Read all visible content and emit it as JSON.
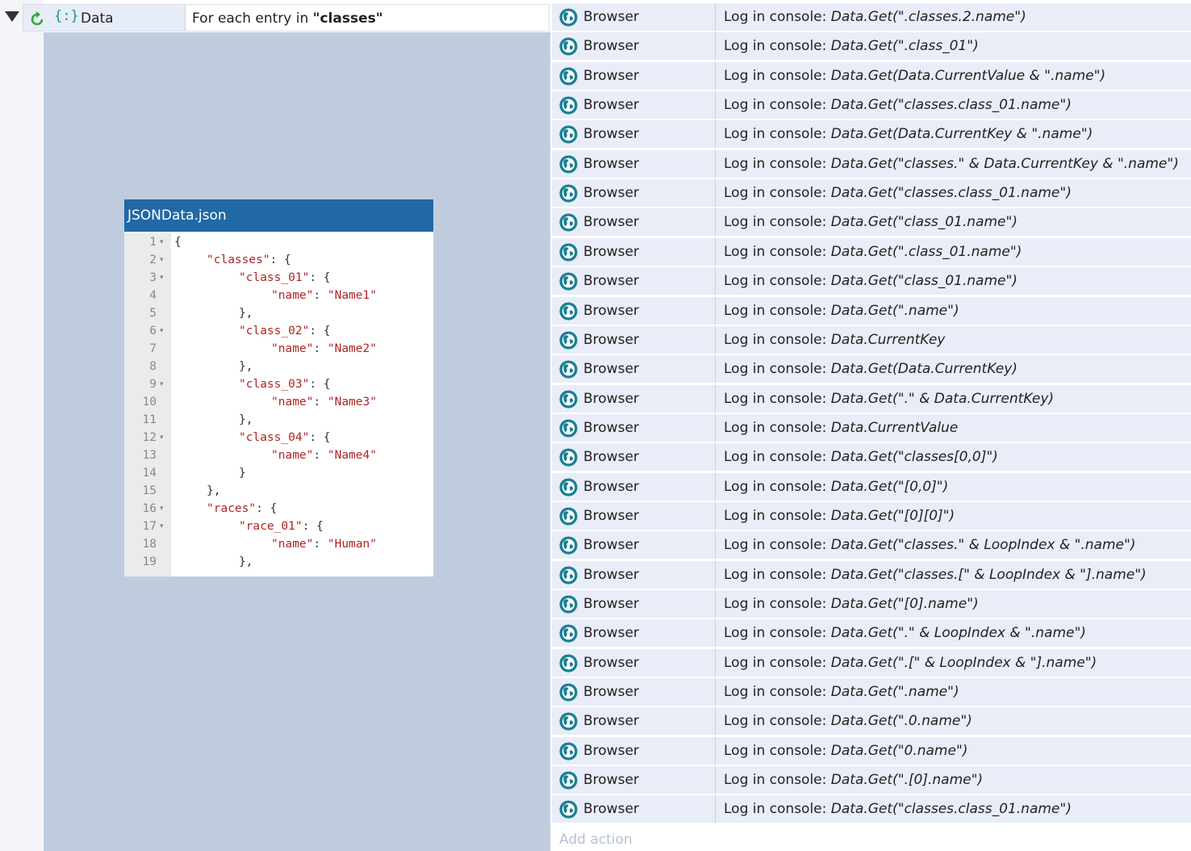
{
  "event": {
    "label": "Data",
    "desc_prefix": "For each entry in ",
    "desc_target": "\"classes\""
  },
  "editor": {
    "title": "JSONData.json",
    "lines": [
      {
        "n": "1",
        "fold": true,
        "code": "{"
      },
      {
        "n": "2",
        "fold": true,
        "indent": 1,
        "key": "\"classes\"",
        "rest": ": {"
      },
      {
        "n": "3",
        "fold": true,
        "indent": 2,
        "key": "\"class_01\"",
        "rest": ": {"
      },
      {
        "n": "4",
        "fold": false,
        "indent": 3,
        "key": "\"name\"",
        "rest": ": ",
        "val": "\"Name1\""
      },
      {
        "n": "5",
        "fold": false,
        "indent": 2,
        "code": "},"
      },
      {
        "n": "6",
        "fold": true,
        "indent": 2,
        "key": "\"class_02\"",
        "rest": ": {"
      },
      {
        "n": "7",
        "fold": false,
        "indent": 3,
        "key": "\"name\"",
        "rest": ": ",
        "val": "\"Name2\""
      },
      {
        "n": "8",
        "fold": false,
        "indent": 2,
        "code": "},"
      },
      {
        "n": "9",
        "fold": true,
        "indent": 2,
        "key": "\"class_03\"",
        "rest": ": {"
      },
      {
        "n": "10",
        "fold": false,
        "indent": 3,
        "key": "\"name\"",
        "rest": ": ",
        "val": "\"Name3\""
      },
      {
        "n": "11",
        "fold": false,
        "indent": 2,
        "code": "},"
      },
      {
        "n": "12",
        "fold": true,
        "indent": 2,
        "key": "\"class_04\"",
        "rest": ": {"
      },
      {
        "n": "13",
        "fold": false,
        "indent": 3,
        "key": "\"name\"",
        "rest": ": ",
        "val": "\"Name4\""
      },
      {
        "n": "14",
        "fold": false,
        "indent": 2,
        "code": "}"
      },
      {
        "n": "15",
        "fold": false,
        "indent": 1,
        "code": "},"
      },
      {
        "n": "16",
        "fold": true,
        "indent": 1,
        "key": "\"races\"",
        "rest": ": {"
      },
      {
        "n": "17",
        "fold": true,
        "indent": 2,
        "key": "\"race_01\"",
        "rest": ": {"
      },
      {
        "n": "18",
        "fold": false,
        "indent": 3,
        "key": "\"name\"",
        "rest": ": ",
        "val": "\"Human\""
      },
      {
        "n": "19",
        "fold": false,
        "indent": 2,
        "code": "},"
      }
    ]
  },
  "actions": {
    "target": "Browser",
    "prefix": "Log in console: ",
    "items": [
      "Data.Get(\".classes.2.name\")",
      "Data.Get(\".class_01\")",
      "Data.Get(Data.CurrentValue & \".name\")",
      "Data.Get(\"classes.class_01.name\")",
      "Data.Get(Data.CurrentKey & \".name\")",
      "Data.Get(\"classes.\" & Data.CurrentKey & \".name\")",
      "Data.Get(\"classes.class_01.name\")",
      "Data.Get(\"class_01.name\")",
      "Data.Get(\".class_01.name\")",
      "Data.Get(\"class_01.name\")",
      "Data.Get(\".name\")",
      "Data.CurrentKey",
      "Data.Get(Data.CurrentKey)",
      "Data.Get(\".\" & Data.CurrentKey)",
      "Data.CurrentValue",
      "Data.Get(\"classes[0,0]\")",
      "Data.Get(\"[0,0]\")",
      "Data.Get(\"[0][0]\")",
      "Data.Get(\"classes.\" & LoopIndex & \".name\")",
      "Data.Get(\"classes.[\" & LoopIndex & \"].name\")",
      "Data.Get(\"[0].name\")",
      "Data.Get(\".\" & LoopIndex & \".name\")",
      "Data.Get(\".[\" & LoopIndex & \"].name\")",
      "Data.Get(\".name\")",
      "Data.Get(\".0.name\")",
      "Data.Get(\"0.name\")",
      "Data.Get(\".[0].name\")",
      "Data.Get(\"classes.class_01.name\")"
    ],
    "add_label": "Add action"
  }
}
